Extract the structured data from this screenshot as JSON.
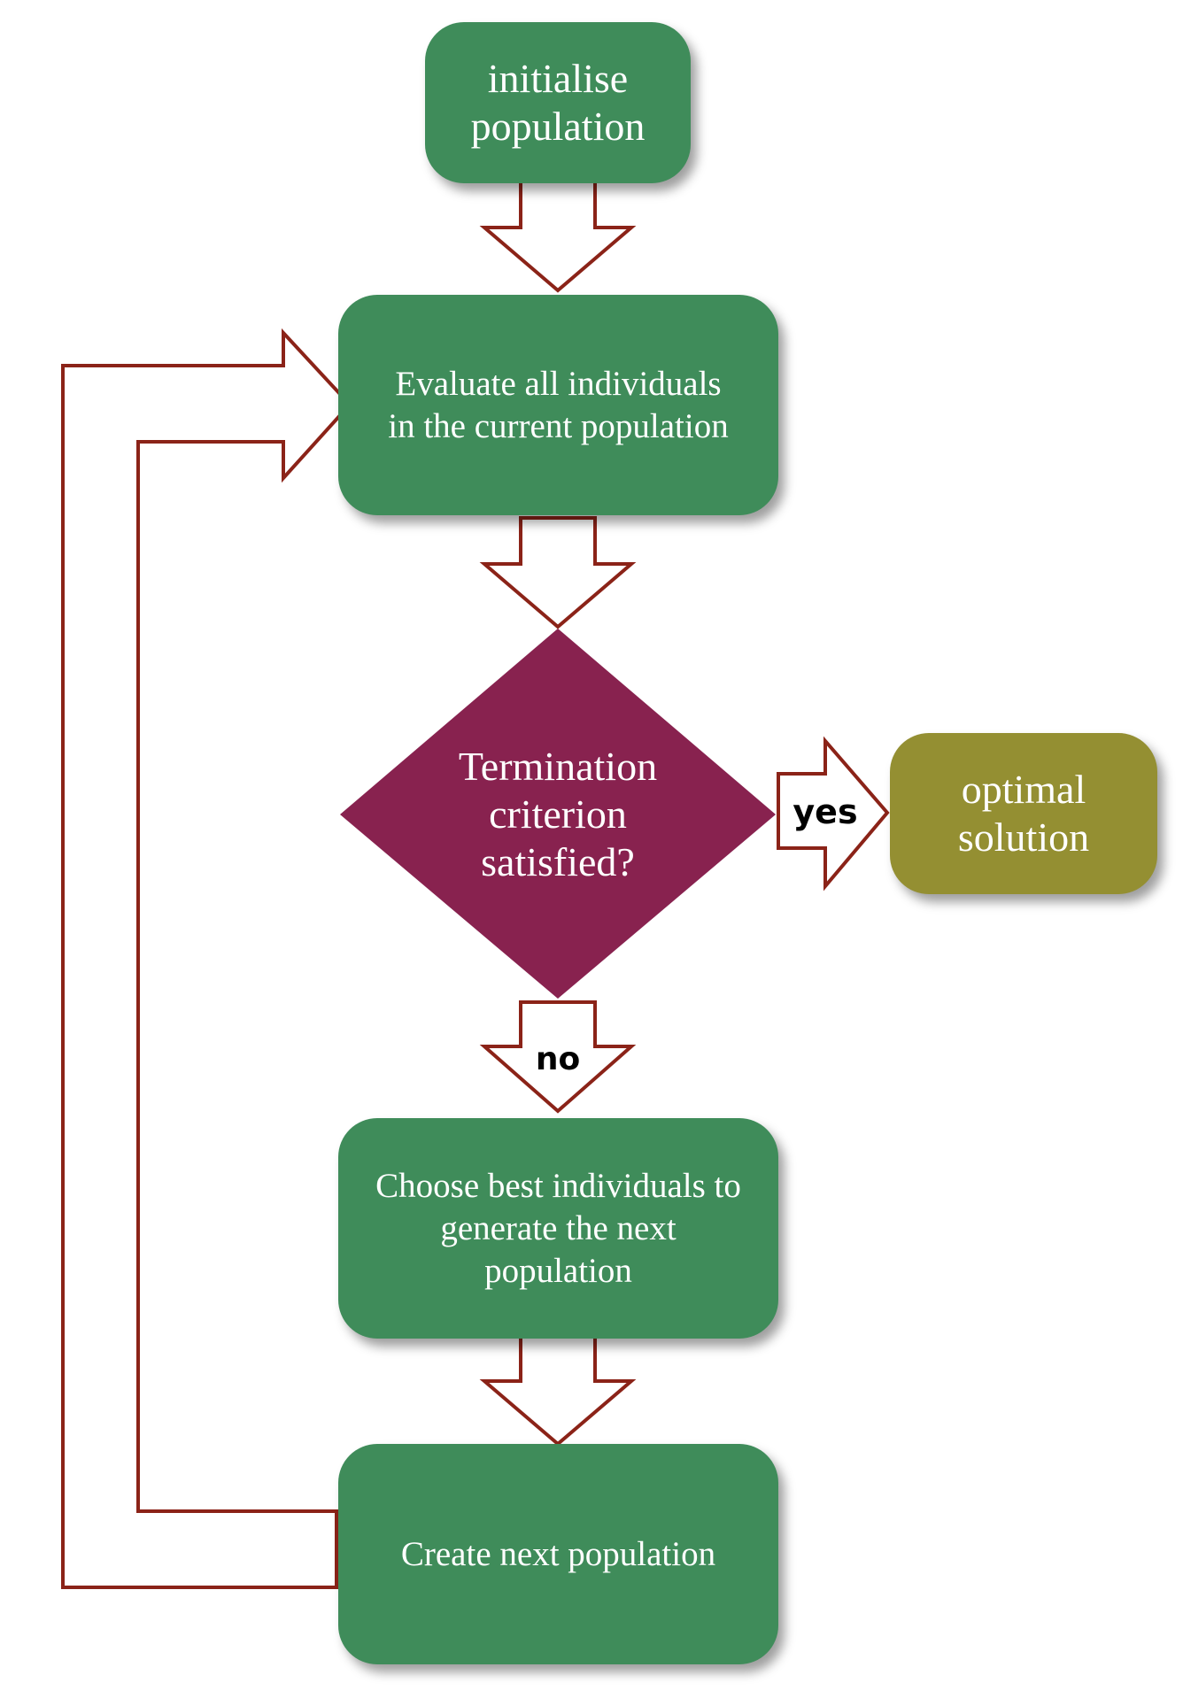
{
  "diagram": {
    "colors": {
      "process_fill": "#3f8c5a",
      "decision_fill": "#88224f",
      "terminal_fill": "#948f32",
      "arrow_stroke": "#8b2318",
      "text": "#ffffff"
    },
    "nodes": {
      "init": {
        "text": "initialise\npopulation"
      },
      "evaluate": {
        "text": "Evaluate all individuals\nin the current population"
      },
      "termination": {
        "text": "Termination\ncriterion\nsatisfied?"
      },
      "optimal": {
        "text": "optimal\nsolution"
      },
      "choose": {
        "text": "Choose best individuals to\ngenerate the next\npopulation"
      },
      "create": {
        "text": "Create next population"
      }
    },
    "arrow_labels": {
      "yes": "yes",
      "no": "no"
    }
  }
}
